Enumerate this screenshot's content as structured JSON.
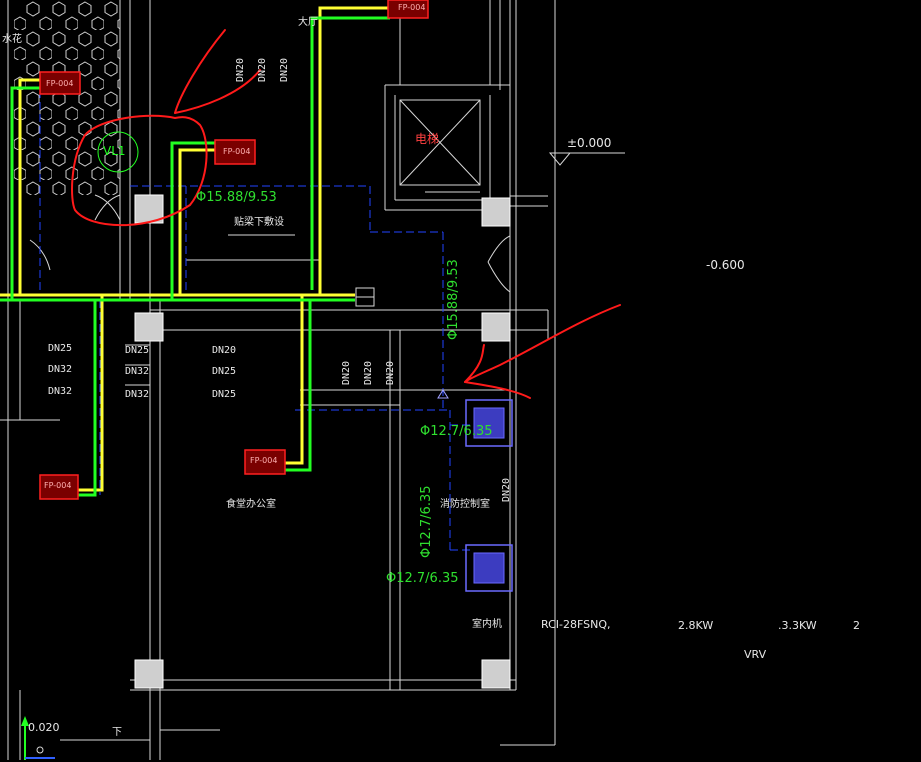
{
  "labels": {
    "fp004": "FP-004",
    "vl1": "VL1",
    "pipe_15_88": "Φ15.88/9.53",
    "pipe_12_7": "Φ12.7/6.35",
    "dn20": "DN20",
    "dn25": "DN25",
    "dn32": "DN32",
    "elevator": "电梯",
    "hall": "大厅",
    "note_down": "贴梁下敷设",
    "canteen_office": "食堂办公室",
    "fire_control_room": "消防控制室",
    "level_0": "±0.000",
    "level_neg": "-0.600",
    "level_020": "0.020",
    "flower": "水花",
    "down": "下"
  },
  "equipment_row": {
    "name": "室内机",
    "model": "RCI-28FSNQ,",
    "cooling": "2.8KW",
    "heating": ".3.3KW",
    "qty": "2",
    "system": "VRV"
  },
  "colors": {
    "background": "#000000",
    "wall": "#d8d8d8",
    "pipe_yellow": "#ffff33",
    "pipe_green": "#22ff22",
    "dashed_blue": "#2244ff",
    "fan_coil_red": "#ff2020",
    "annotation_red": "#ff1a1a",
    "cassette": "#6a6aff"
  }
}
